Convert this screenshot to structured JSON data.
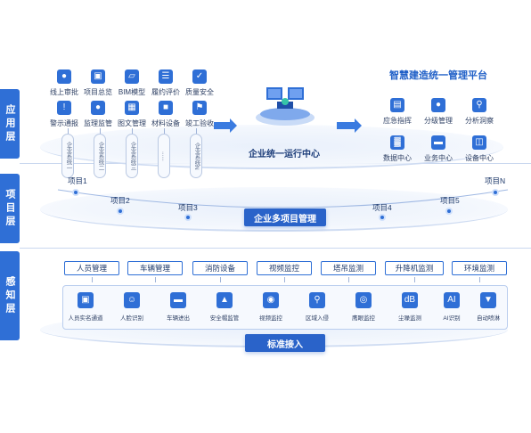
{
  "layers": {
    "application": "应用层",
    "project": "项目层",
    "perception": "感知层"
  },
  "application": {
    "row1": [
      {
        "label": "线上审批",
        "icon": "person-icon"
      },
      {
        "label": "项目总览",
        "icon": "monitor-icon"
      },
      {
        "label": "BIM模型",
        "icon": "cube-icon"
      },
      {
        "label": "履约评价",
        "icon": "list-icon"
      },
      {
        "label": "质量安全",
        "icon": "shield-check-icon"
      }
    ],
    "row2": [
      {
        "label": "警示通报",
        "icon": "person-alert-icon"
      },
      {
        "label": "监理监管",
        "icon": "person-badge-icon"
      },
      {
        "label": "图文管理",
        "icon": "image-icon"
      },
      {
        "label": "材料设备",
        "icon": "box-icon"
      },
      {
        "label": "竣工验收",
        "icon": "flag-icon"
      }
    ],
    "systems": [
      "企业系统一",
      "企业系统二",
      "企业系统三",
      "......",
      "企业系统N"
    ],
    "center_title": "企业统一运行中心",
    "right_title": "智慧建造统一管理平台",
    "right_row1": [
      {
        "label": "应急指挥",
        "icon": "doc-icon"
      },
      {
        "label": "分级管理",
        "icon": "person-icon"
      },
      {
        "label": "分析洞察",
        "icon": "search-doc-icon"
      }
    ],
    "right_row2": [
      {
        "label": "数据中心",
        "icon": "bar-chart-icon"
      },
      {
        "label": "业务中心",
        "icon": "briefcase-icon"
      },
      {
        "label": "设备中心",
        "icon": "database-icon"
      }
    ]
  },
  "project": {
    "items": [
      "项目1",
      "项目2",
      "项目3",
      "项目4",
      "项目5",
      "项目N"
    ],
    "button": "企业多项目管理"
  },
  "perception": {
    "categories": [
      "人员管理",
      "车辆管理",
      "消防设备",
      "视频监控",
      "塔吊监测",
      "升降机监测",
      "环境监测"
    ],
    "sensors": [
      {
        "label": "人员实名通道",
        "icon": "id-card-icon"
      },
      {
        "label": "人脸识别",
        "icon": "face-scan-icon"
      },
      {
        "label": "车辆进出",
        "icon": "truck-icon"
      },
      {
        "label": "安全帽监管",
        "icon": "helmet-icon"
      },
      {
        "label": "视频监控",
        "icon": "camera-icon"
      },
      {
        "label": "区域入侵",
        "icon": "location-icon"
      },
      {
        "label": "鹰眼监控",
        "icon": "eye-camera-icon"
      },
      {
        "label": "尘噪监测",
        "icon": "decibel-icon"
      },
      {
        "label": "AI识别",
        "icon": "ai-icon"
      },
      {
        "label": "自动喷淋",
        "icon": "sprinkler-icon"
      }
    ],
    "button": "标准接入"
  }
}
